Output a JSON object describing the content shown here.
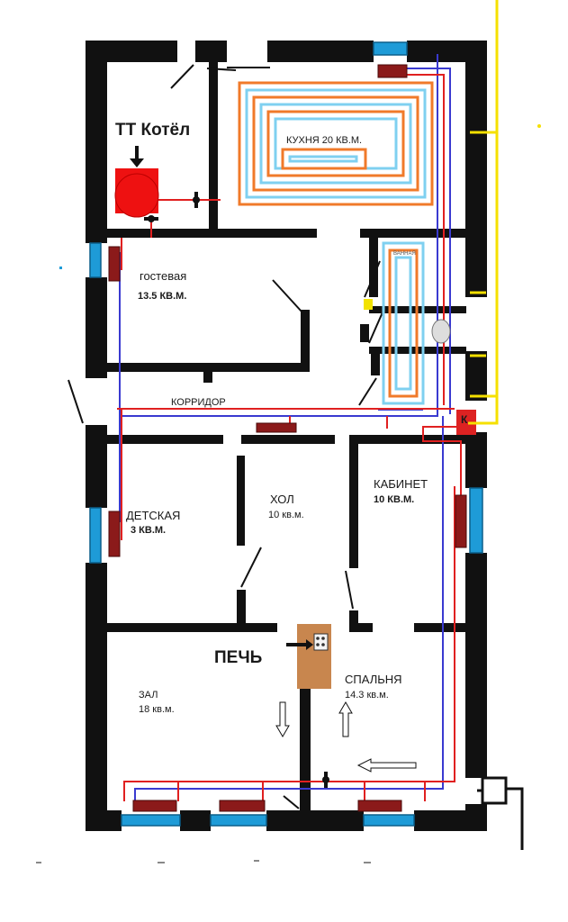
{
  "labels": {
    "boiler": "ТТ Котёл",
    "kitchen": "КУХНЯ 20 КВ.М.",
    "guest_name": "гостевая",
    "guest_area": "13.5 КВ.М.",
    "bath": "ВАННАЯ",
    "corridor": "КОРРИДОР",
    "k": "К",
    "cabinet_name": "КАБИНЕТ",
    "cabinet_area": "10 КВ.М.",
    "hall_name": "ХОЛ",
    "hall_area": "10 кв.м.",
    "kids_name": "ДЕТСКАЯ",
    "kids_area": "3 КВ.М.",
    "stove": "ПЕЧЬ",
    "zal_name": "ЗАЛ",
    "zal_area": "18 кв.м.",
    "bedroom_name": "СПАЛЬНЯ",
    "bedroom_area": "14.3 кв.м."
  },
  "colors": {
    "wall": "#111111",
    "window": "#1e9bd7",
    "supply_pipe": "#e02020",
    "return_pipe": "#3a3ad0",
    "radiator": "#8b1a1a",
    "floor_heat_outer": "#f07a2a",
    "floor_heat_inner": "#7fd0f0",
    "boiler": "#ee1111",
    "collector": "#dd2222",
    "stove": "#c8864e",
    "power_line": "#f5e000",
    "wc_yellow": "#f2e200"
  },
  "icons": {
    "boiler": "boiler-icon",
    "stove": "stove-icon",
    "arrow": "arrow-icon",
    "pump": "pump-icon",
    "valve": "valve-icon"
  }
}
